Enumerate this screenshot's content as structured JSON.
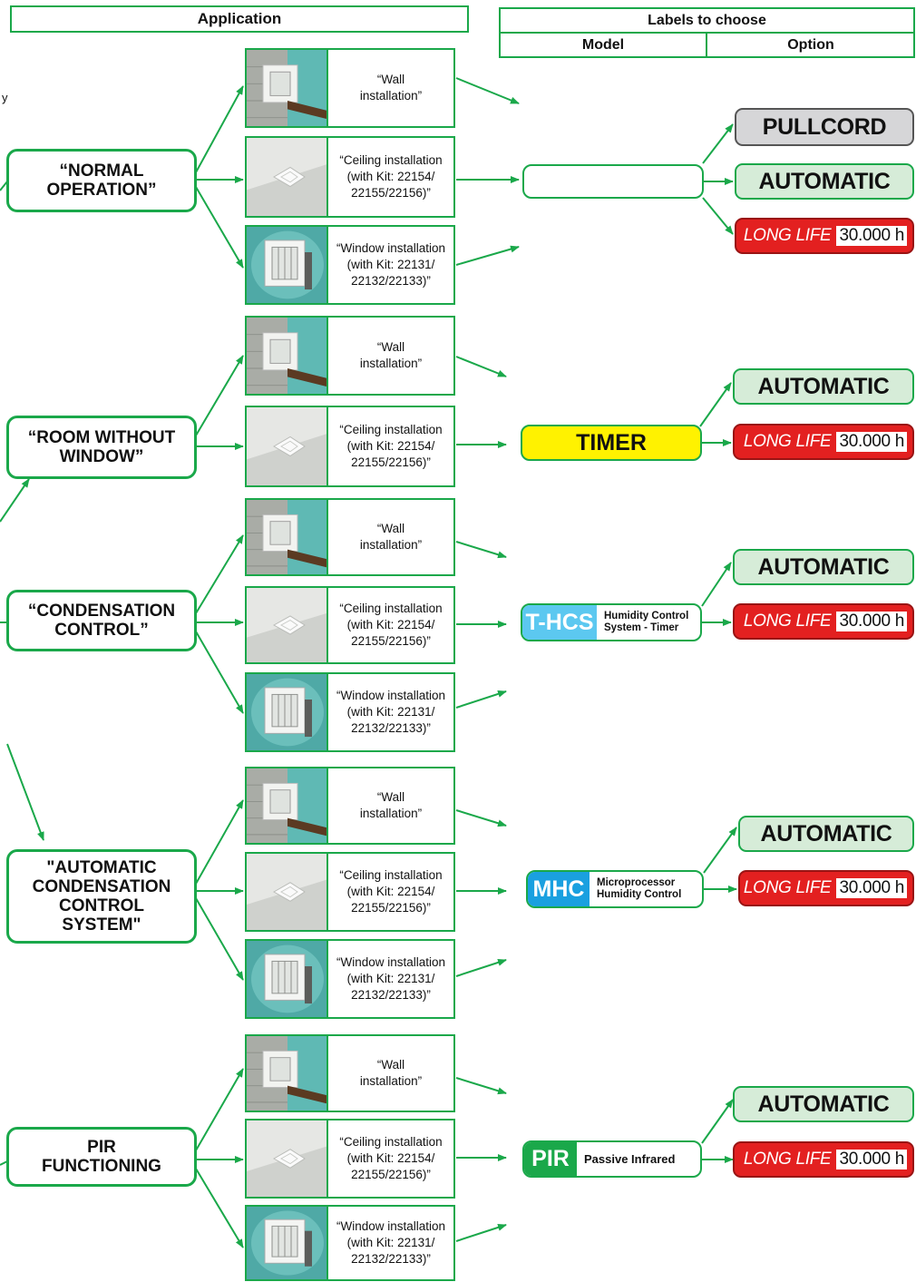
{
  "header": {
    "application": "Application",
    "labels_to_choose": "Labels to choose",
    "model": "Model",
    "option": "Option"
  },
  "stray_text": "y",
  "categories": [
    {
      "label": "“NORMAL\nOPERATION”"
    },
    {
      "label": "“ROOM WITHOUT\nWINDOW”"
    },
    {
      "label": "“CONDENSATION\nCONTROL”"
    },
    {
      "label": "\"AUTOMATIC\nCONDENSATION\nCONTROL\nSYSTEM\""
    },
    {
      "label": "PIR\nFUNCTIONING"
    }
  ],
  "applications": {
    "wall": "“Wall\ninstallation”",
    "ceiling": "“Ceiling installation\n(with Kit: 22154/\n22155/22156)”",
    "window": "“Window installation\n(with Kit: 22131/\n22132/22133)”"
  },
  "models": {
    "timer": "TIMER",
    "thcs": {
      "code": "T-HCS",
      "desc": "Humidity Control\nSystem - Timer",
      "color": "#5cc8f0"
    },
    "mhc": {
      "code": "MHC",
      "desc": "Microprocessor\nHumidity Control",
      "color": "#1aa0e0"
    },
    "pir": {
      "code": "PIR",
      "desc": "Passive Infrared",
      "color": "#1aa84a"
    }
  },
  "options": {
    "pullcord": "PULLCORD",
    "automatic": "AUTOMATIC",
    "long_life": "LONG LIFE",
    "long_life_hours": "30.000 h"
  },
  "colors": {
    "green": "#1aa84a",
    "red": "#e32020",
    "yellow": "#fff200",
    "automatic_bg": "#d6ecd8",
    "pullcord_bg": "#d6d6d8"
  }
}
